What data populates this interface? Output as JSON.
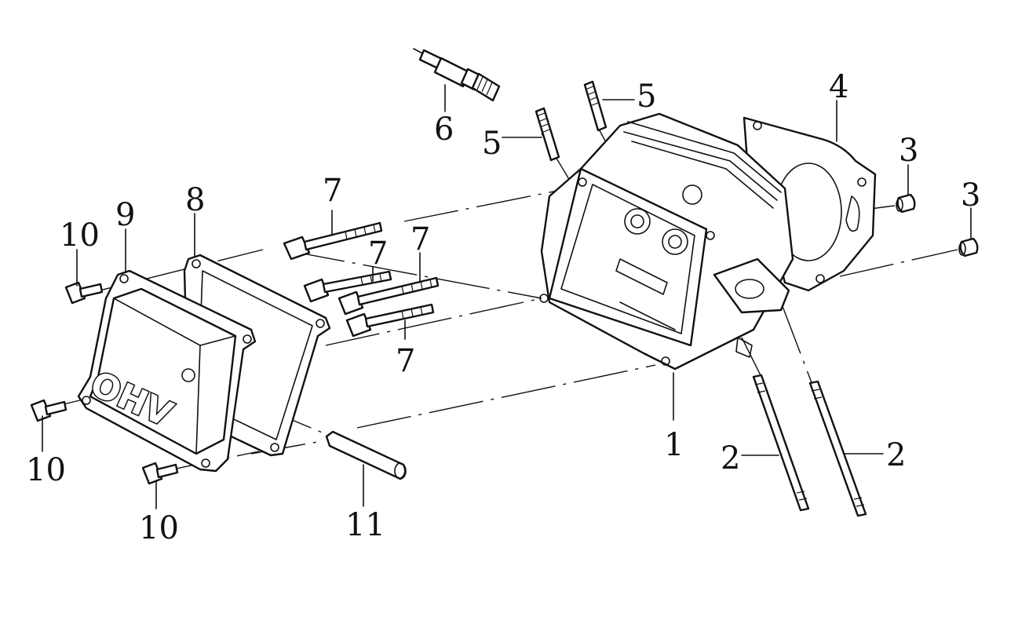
{
  "diagram": {
    "cover_lettering": "OHV",
    "callouts": {
      "c1": "1",
      "c2a": "2",
      "c2b": "2",
      "c3a": "3",
      "c3b": "3",
      "c4": "4",
      "c5a": "5",
      "c5b": "5",
      "c6": "6",
      "c7a": "7",
      "c7b": "7",
      "c7c": "7",
      "c7d": "7",
      "c8": "8",
      "c9": "9",
      "c10a": "10",
      "c10b": "10",
      "c10c": "10",
      "c11": "11"
    }
  }
}
